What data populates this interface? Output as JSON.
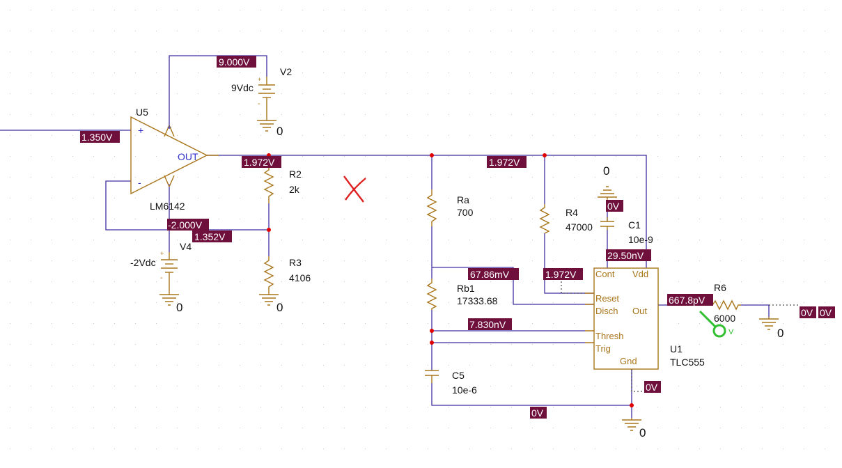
{
  "components": {
    "u5": {
      "ref": "U5",
      "value": "LM6142",
      "pin_plus": "+",
      "pin_minus": "-",
      "pin_out": "OUT",
      "vplus": "+",
      "vminus": "-"
    },
    "v2": {
      "ref": "V2",
      "value": "9Vdc",
      "plus": "+",
      "minus": "-"
    },
    "v4": {
      "ref": "V4",
      "value": "-2Vdc",
      "plus": "+",
      "minus": "-"
    },
    "r2": {
      "ref": "R2",
      "value": "2k"
    },
    "r3": {
      "ref": "R3",
      "value": "4106"
    },
    "ra": {
      "ref": "Ra",
      "value": "700"
    },
    "rb1": {
      "ref": "Rb1",
      "value": "17333.68"
    },
    "r4": {
      "ref": "R4",
      "value": "47000"
    },
    "c1": {
      "ref": "C1",
      "value": "10e-9"
    },
    "c5": {
      "ref": "C5",
      "value": "10e-6"
    },
    "r6": {
      "ref": "R6",
      "value": "6000"
    },
    "u1": {
      "ref": "U1",
      "value": "TLC555",
      "pins": {
        "cont": "Cont",
        "vdd": "Vdd",
        "reset": "Reset",
        "disch": "Disch",
        "out": "Out",
        "thresh": "Thresh",
        "trig": "Trig",
        "gnd": "Gnd"
      }
    }
  },
  "ground_label": "0",
  "voltage_markers": {
    "v_9000": "9.000V",
    "v_1350": "1.350V",
    "v_1972_out": "1.972V",
    "v_1972_top": "1.972V",
    "v_neg2000": "-2.000V",
    "v_1352": "1.352V",
    "v_0_c1": "0V",
    "v_2950n": "29.50nV",
    "v_6786m": "67.86mV",
    "v_1972_reset": "1.972V",
    "v_6678p": "667.8pV",
    "v_7830n": "7.830nV",
    "v_0_gnd555": "0V",
    "v_0_bottom": "0V",
    "v_0_r6a": "0V",
    "v_0_r6b": "0V"
  },
  "probe_label": "V",
  "colors": {
    "wire": "#3f2fa0",
    "component": "#a8751a",
    "marker": "#6e0f3c",
    "junction": "#e00000",
    "annotation": "#e02020",
    "probe": "#30c030"
  }
}
